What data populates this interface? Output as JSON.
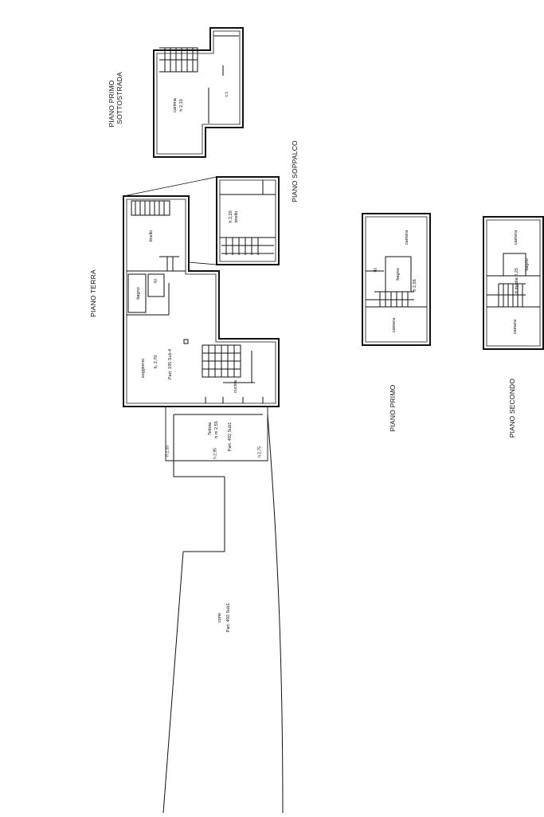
{
  "floors": {
    "primo_sottostrada": {
      "title_line1": "PIANO PRIMO",
      "title_line2": "SOTTOSTRADA",
      "room": "cantina",
      "height": "h 2,10",
      "ct": "c.t."
    },
    "soppalco": {
      "title": "PIANO SOPPALCO",
      "height": "h 2,20",
      "room": "tinello"
    },
    "terra": {
      "title": "PIANO TERRA",
      "tinello": "tinello",
      "rip": "rip.",
      "bagno": "bagno",
      "soggiorno": "soggiorno",
      "soggiorno_h": "h. 2,70",
      "part": "Part. 195 Sub 4",
      "cucina": "cucina",
      "tettoia": "Tettoia",
      "tettoia_h": "h m 2,55",
      "tettoia_part": "Part. 492 Sub1",
      "h235": "h 2,35",
      "h295": "h 2,95",
      "h275": "h 2,75",
      "corte": "corte",
      "corte_part": "Part. 492 Sub1"
    },
    "primo": {
      "title": "PIANO PRIMO",
      "camera_top": "camera",
      "rip": "rip.",
      "bagno": "bagno",
      "height": "h 2,56",
      "camera_bottom": "camera"
    },
    "secondo": {
      "title": "PIANO SECONDO",
      "camera_top": "camera",
      "bagno": "bagno",
      "height": "h media 2,25",
      "camera_bottom": "camera"
    }
  }
}
